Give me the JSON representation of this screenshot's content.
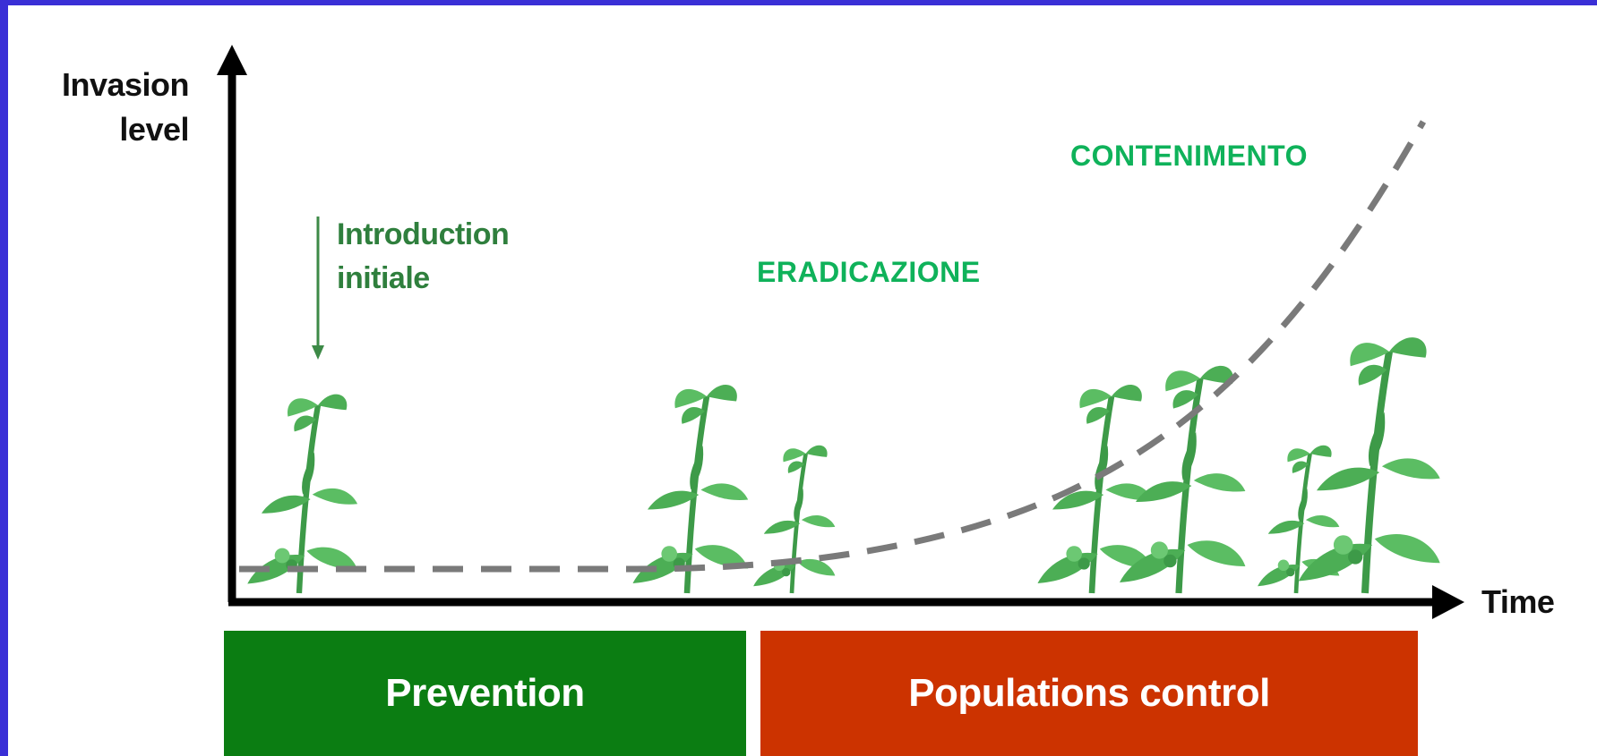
{
  "axes": {
    "y_label_line1": "Invasion",
    "y_label_line2": "level",
    "x_label": "Time"
  },
  "annotation": {
    "line1": "Introduction",
    "line2": "initiale"
  },
  "phases": {
    "eradication": "ERADICAZIONE",
    "containment": "CONTENIMENTO"
  },
  "bars": {
    "prevention": "Prevention",
    "control": "Populations control"
  },
  "colors": {
    "frame": "#3a2fd6",
    "prevention_bar": "#0b7d12",
    "control_bar": "#cc3300",
    "phase_label": "#0fb25a",
    "plant": "#4cae55",
    "curve": "#7a7a7a"
  },
  "icons": [
    "plant-icon"
  ]
}
